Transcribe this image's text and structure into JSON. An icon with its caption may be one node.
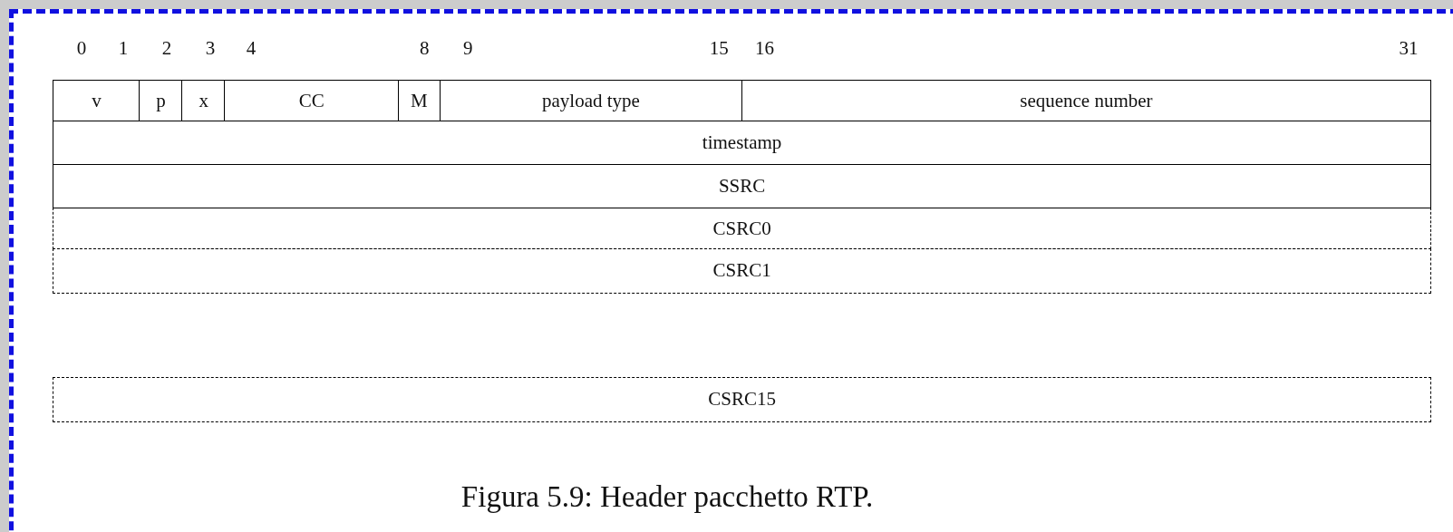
{
  "diagram": {
    "caption": "Figura 5.9: Header pacchetto RTP.",
    "nodes": [
      {
        "text": [
          "v"
        ]
      },
      {
        "text": [
          "p"
        ]
      },
      {
        "text": [
          "x"
        ]
      },
      {
        "text": [
          "CC"
        ]
      },
      {
        "text": [
          "M"
        ]
      },
      {
        "text": [
          "payload type"
        ]
      },
      {
        "text": [
          "sequence number"
        ]
      },
      {
        "text": [
          "timestamp"
        ]
      },
      {
        "text": [
          "SSRC"
        ]
      },
      {
        "text": [
          "CSRC0"
        ]
      },
      {
        "text": [
          "CSRC1"
        ]
      },
      {
        "text": [
          "CSRC15"
        ]
      }
    ],
    "edges": [],
    "labels": [
      "0",
      "1",
      "2",
      "3",
      "4",
      "8",
      "9",
      "15",
      "16",
      "31"
    ]
  }
}
